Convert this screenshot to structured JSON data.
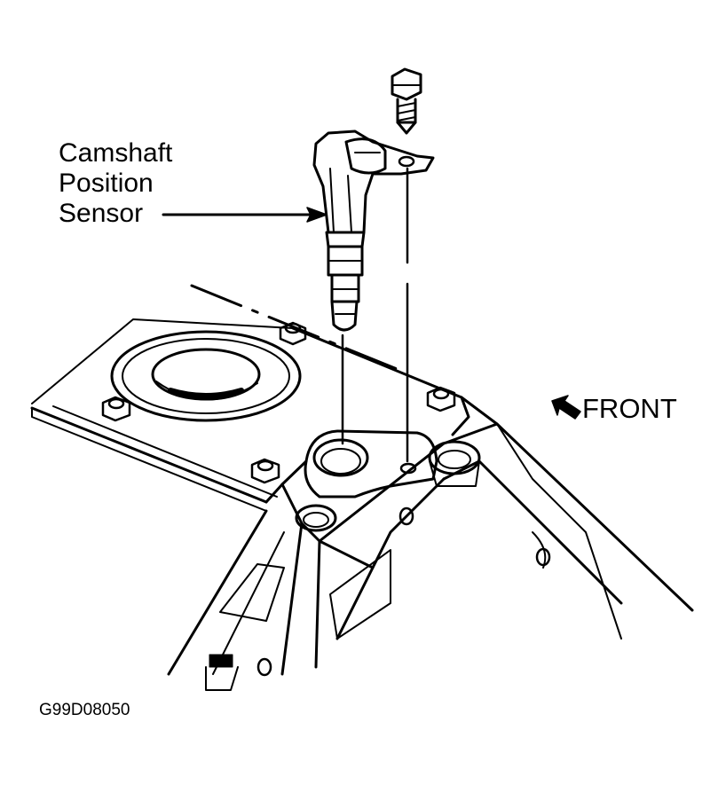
{
  "diagram": {
    "sensor_label_lines": [
      "Camshaft",
      "Position",
      "Sensor"
    ],
    "front_label": "FRONT",
    "figure_id": "G99D08050",
    "ink_color": "#000000",
    "paper_color": "#ffffff",
    "icons": {
      "front_indicator": "arrow-up-left-icon"
    }
  }
}
